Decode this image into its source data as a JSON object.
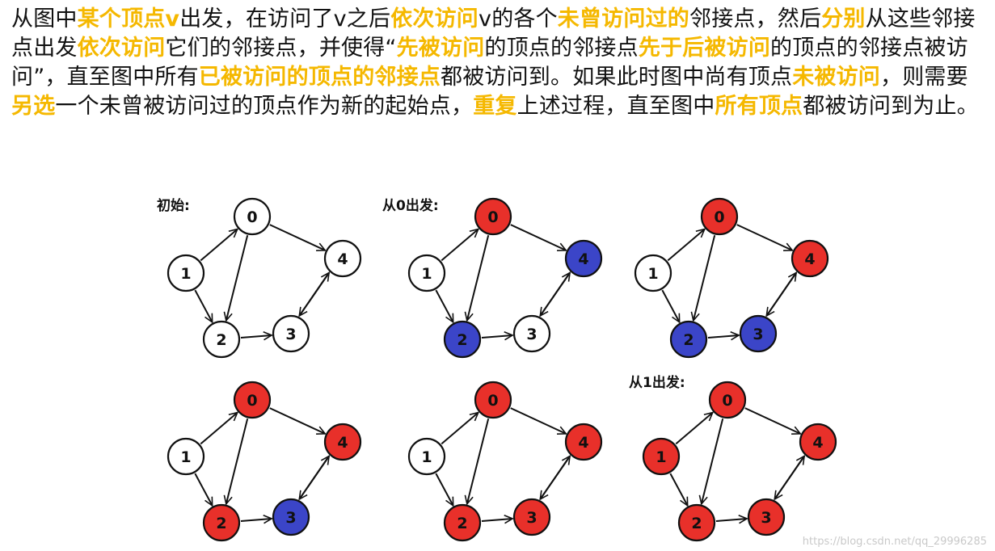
{
  "paragraph": [
    {
      "t": "从图中",
      "h": false
    },
    {
      "t": "某个顶点v",
      "h": true
    },
    {
      "t": "出发，在访问了v之后",
      "h": false
    },
    {
      "t": "依次访问",
      "h": true
    },
    {
      "t": "v的各个",
      "h": false
    },
    {
      "t": "未曾访问过的",
      "h": true
    },
    {
      "t": "邻接点，然后",
      "h": false
    },
    {
      "t": "分别",
      "h": true
    },
    {
      "t": "从这些邻接点出发",
      "h": false
    },
    {
      "t": "依次访问",
      "h": true
    },
    {
      "t": "它们的邻接点，并使得“",
      "h": false
    },
    {
      "t": "先被访问",
      "h": true
    },
    {
      "t": "的顶点的邻接点",
      "h": false
    },
    {
      "t": "先于后被访问",
      "h": true
    },
    {
      "t": "的顶点的邻接点被访问”，直至图中所有",
      "h": false
    },
    {
      "t": "已被访问的顶点的邻接点",
      "h": true
    },
    {
      "t": "都被访问到。如果此时图中尚有顶点",
      "h": false
    },
    {
      "t": "未被访问",
      "h": true
    },
    {
      "t": "，则需要",
      "h": false
    },
    {
      "t": "另选",
      "h": true
    },
    {
      "t": "一个未曾被访问过的顶点作为新的起始点，",
      "h": false
    },
    {
      "t": "重复",
      "h": true
    },
    {
      "t": "上述过程，直至图中",
      "h": false
    },
    {
      "t": "所有顶点",
      "h": true
    },
    {
      "t": "都被访问到为止。",
      "h": false
    }
  ],
  "colors": {
    "highlight": "#f5b800",
    "unvisited": "#ffffff",
    "visited": "#e8302a",
    "queued": "#3b45c8"
  },
  "graph": {
    "nodes": [
      "0",
      "1",
      "2",
      "3",
      "4"
    ],
    "edges": [
      {
        "from": "1",
        "to": "0"
      },
      {
        "from": "1",
        "to": "2"
      },
      {
        "from": "0",
        "to": "2"
      },
      {
        "from": "0",
        "to": "4"
      },
      {
        "from": "2",
        "to": "3"
      },
      {
        "from": "3",
        "to": "4"
      },
      {
        "from": "4",
        "to": "3"
      }
    ]
  },
  "panels": [
    {
      "title": "初始:",
      "states": {
        "0": "unvisited",
        "1": "unvisited",
        "2": "unvisited",
        "3": "unvisited",
        "4": "unvisited"
      }
    },
    {
      "title": "从0出发:",
      "states": {
        "0": "visited",
        "1": "unvisited",
        "2": "queued",
        "3": "unvisited",
        "4": "queued"
      }
    },
    {
      "title": "",
      "states": {
        "0": "visited",
        "1": "unvisited",
        "2": "queued",
        "3": "queued",
        "4": "visited"
      }
    },
    {
      "title": "",
      "states": {
        "0": "visited",
        "1": "unvisited",
        "2": "visited",
        "3": "queued",
        "4": "visited"
      }
    },
    {
      "title": "",
      "states": {
        "0": "visited",
        "1": "unvisited",
        "2": "visited",
        "3": "visited",
        "4": "visited"
      }
    },
    {
      "title": "从1出发:",
      "states": {
        "0": "visited",
        "1": "visited",
        "2": "visited",
        "3": "visited",
        "4": "visited"
      }
    }
  ],
  "watermark": "https://blog.csdn.net/qq_29996285"
}
